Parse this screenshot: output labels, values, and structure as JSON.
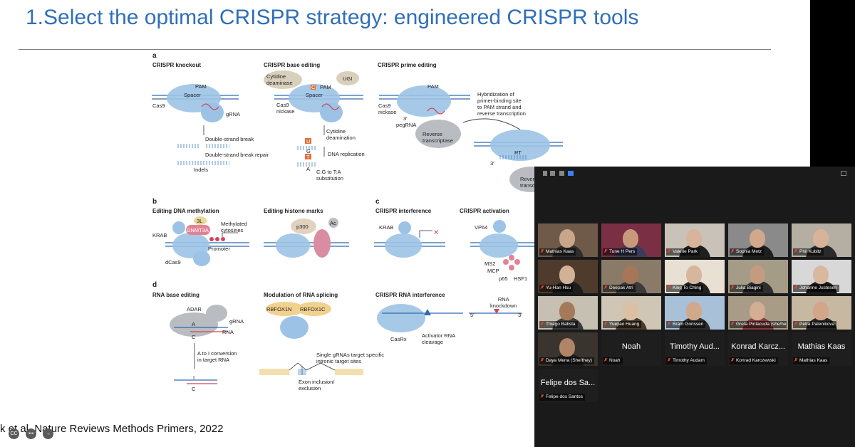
{
  "slide": {
    "title": "1.Select the optimal CRISPR strategy: engineered CRISPR tools",
    "citation": "k et al. Nature Reviews Methods Primers, 2022"
  },
  "figure": {
    "panel_a": {
      "letter": "a",
      "knockout": {
        "heading": "CRISPR knockout",
        "pam": "PAM",
        "spacer": "Spacer",
        "cas9": "Cas9",
        "grna": "gRNA",
        "dsb": "Double-strand break",
        "repair": "Double-strand break repair",
        "indels": "Indels"
      },
      "base": {
        "heading": "CRISPR base editing",
        "deaminase": "Cytidine\ndeaminase",
        "ugi": "UGI",
        "c": "C",
        "pam": "PAM",
        "spacer": "Spacer",
        "cas9": "Cas9\nnickase",
        "cdeam": "Cytidine\ndeamination",
        "u": "U",
        "g": "G",
        "t": "T",
        "a": "A",
        "dnarep": "DNA replication",
        "subst": "C:G to T:A\nsubstitution"
      },
      "prime": {
        "heading": "CRISPR prime editing",
        "pam": "PAM",
        "cas9": "Cas9\nnickase",
        "three": "3′",
        "pegrna": "pegRNA",
        "rt": "Reverse\ntranscriptase",
        "hybrid": "Hybridization of\nprimer-binding site\nto PAM strand and\nreverse transcription",
        "rt2": "RT",
        "three2": "3′",
        "rev": "Rever\ntransc"
      }
    },
    "panel_b": {
      "letter": "b",
      "meth": {
        "heading": "Editing DNA methylation",
        "l3": "3L",
        "dnmt": "DNMT3A",
        "methylated": "Methylated\ncytosines",
        "krab": "KRAB",
        "promoter": "Promoter",
        "dcas9": "dCas9"
      },
      "hist": {
        "heading": "Editing histone marks",
        "p300": "p300",
        "ac": "Ac"
      }
    },
    "panel_c": {
      "letter": "c",
      "interf": {
        "heading": "CRISPR interference",
        "krab": "KRAB"
      },
      "activ": {
        "heading": "CRISPR activation",
        "vp64": "VP64",
        "ms2": "MS2",
        "mcp": "MCP",
        "p65": "p65",
        "hsf1": "HSF1"
      }
    },
    "panel_d": {
      "letter": "d",
      "rna": {
        "heading": "RNA base editing",
        "adar": "ADAR",
        "grna": "gRNA",
        "rna": "RNA",
        "a": "A",
        "c": "C",
        "conv": "A to I conversion\nin target RNA",
        "i": "I",
        "c2": "C"
      },
      "splice": {
        "heading": "Modulation of RNA splicing",
        "rbfox1n": "RBFOX1N",
        "rbfox1c": "RBFOX1C",
        "single": "Single gRNAs target specific\nintronic target sites",
        "exon": "Exon inclusion/\nexclusion"
      },
      "rnai": {
        "heading": "CRISPR RNA interference",
        "knock": "RNA\nknockdown",
        "five": "5′",
        "three": "3′",
        "casrx": "CasRx",
        "activ": "Activator RNA\ncleavage"
      }
    }
  },
  "zoom": {
    "participants": [
      {
        "name": "Mathias Kaas",
        "video": true,
        "colors": [
          "#6f5a4a",
          "#c9a58a",
          "#2d2d2d"
        ]
      },
      {
        "name": "Tune H Pers",
        "video": true,
        "colors": [
          "#7a2f44",
          "#c89a7c",
          "#3b3b5a"
        ]
      },
      {
        "name": "Valerie Park",
        "video": true,
        "colors": [
          "#c9c2b8",
          "#d8b49a",
          "#1f1f1f"
        ]
      },
      {
        "name": "Sophia Metz",
        "video": true,
        "colors": [
          "#8a8a8a",
          "#d2a88a",
          "#1e1e1e"
        ]
      },
      {
        "name": "Phil Kubitz",
        "video": true,
        "colors": [
          "#b5aea3",
          "#d7b39a",
          "#2a2a2a"
        ]
      },
      {
        "name": "Yu-Han Hsu",
        "video": true,
        "colors": [
          "#4e3b2c",
          "#d3b197",
          "#1d1d1d"
        ]
      },
      {
        "name": "Deepak Atri",
        "video": true,
        "colors": [
          "#8a7b69",
          "#a77658",
          "#3b3b3b"
        ]
      },
      {
        "name": "King To Ching",
        "video": true,
        "colors": [
          "#e8e0d2",
          "#d6b79e",
          "#222222"
        ]
      },
      {
        "name": "Julia Biagini",
        "video": true,
        "colors": [
          "#a59c88",
          "#c49a80",
          "#2f2f2f"
        ]
      },
      {
        "name": "Johanne Justesen",
        "video": true,
        "colors": [
          "#d8d8d8",
          "#d9b8a0",
          "#1a1a1a"
        ]
      },
      {
        "name": "Thiago Batista",
        "video": true,
        "colors": [
          "#c6c0b2",
          "#a57a5a",
          "#3a3a3a"
        ]
      },
      {
        "name": "Yuejiao Huang",
        "video": true,
        "colors": [
          "#cfc6b5",
          "#dcc0a4",
          "#4a3a2a"
        ]
      },
      {
        "name": "Bram Gorissen",
        "video": true,
        "colors": [
          "#a8c0d8",
          "#d0a88b",
          "#2d2d2d"
        ]
      },
      {
        "name": "Greta Pintacuda (she/he...",
        "video": true,
        "speaking": true,
        "colors": [
          "#a89c86",
          "#d4ae92",
          "#8a3a3a"
        ]
      },
      {
        "name": "Petra Palenikova",
        "video": true,
        "colors": [
          "#c7b8a1",
          "#d3a58a",
          "#252525"
        ]
      },
      {
        "name": "Daya Mena (She/they)",
        "video": true,
        "colors": [
          "#3a342e",
          "#b08466",
          "#1c1c1c"
        ]
      },
      {
        "name": "Noah",
        "video": false,
        "display": "Noah"
      },
      {
        "name": "Timothy Audam",
        "video": false,
        "display": "Timothy Aud..."
      },
      {
        "name": "Konrad Karczewski",
        "video": false,
        "display": "Konrad Karcz..."
      },
      {
        "name": "Mathias Kaas",
        "video": false,
        "display": "Mathias Kaas"
      },
      {
        "name": "Felipe dos Santos",
        "video": false,
        "display": "Felipe dos Sa..."
      }
    ],
    "controls": [
      "CC",
      "•••",
      "→"
    ]
  }
}
